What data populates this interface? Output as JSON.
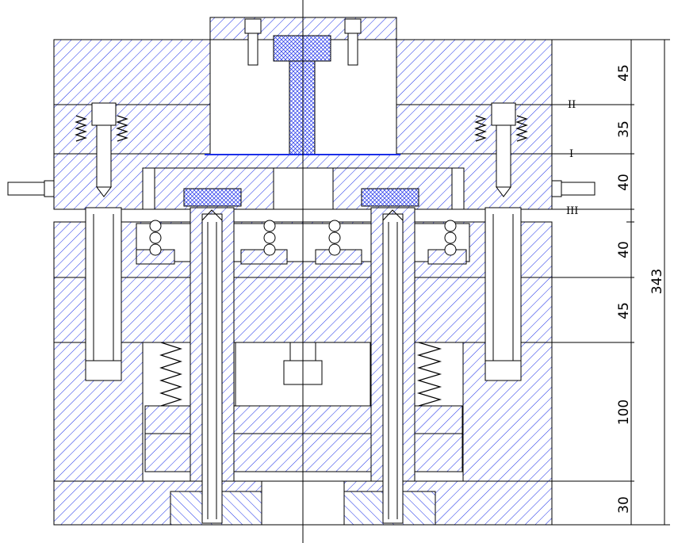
{
  "drawing": {
    "colors": {
      "hatch": "#1b2fe8",
      "outline": "#000000",
      "background": "#ffffff"
    },
    "dimensions": {
      "d45_top": "45",
      "d35": "35",
      "d40_upper": "40",
      "d40_lower": "40",
      "d45_mid": "45",
      "d100": "100",
      "d30": "30",
      "total": "343"
    },
    "parting_lines": {
      "line_I": "I",
      "line_II": "II",
      "line_III": "III"
    }
  }
}
